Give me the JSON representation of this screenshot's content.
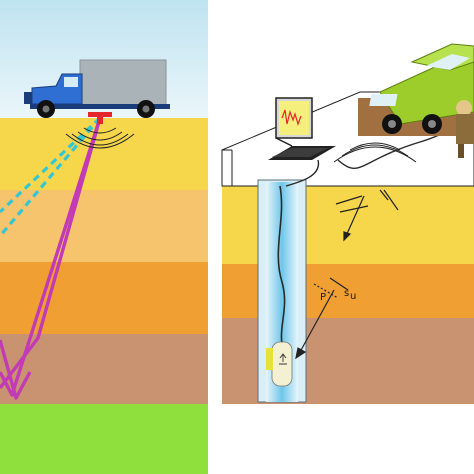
{
  "colors": {
    "sky_top": "#bfe3f0",
    "sky_bottom": "#eaf6fa",
    "layer_yellow": "#f6d64a",
    "layer_light_orange": "#f7c46e",
    "layer_orange": "#f0a033",
    "layer_brown": "#c99372",
    "layer_green": "#8fe03c",
    "ray_magenta": "#c23bb5",
    "ray_cyan": "#33c7d2",
    "source_red": "#e5262b",
    "borehole_blue": "#6fc7e9",
    "divider": "#ffffff"
  },
  "left_panel": {
    "vehicle": "seismic-source-truck",
    "ray_paths": [
      "reflected-ray",
      "refracted-ray"
    ]
  },
  "right_panel": {
    "vehicle": "pickup-truck",
    "equipment": [
      "laptop-recorder",
      "cable",
      "downhole-geophone"
    ],
    "labels": {
      "wave_p": "P",
      "wave_s": "s",
      "wave_s_sub": "u"
    }
  }
}
